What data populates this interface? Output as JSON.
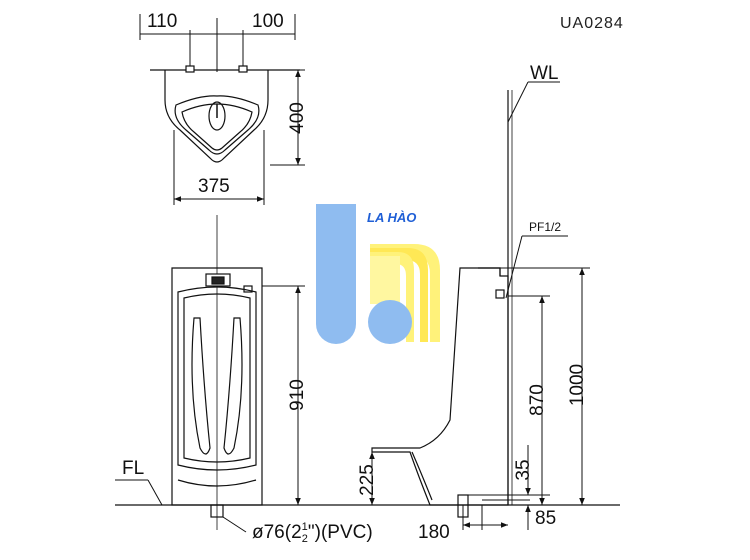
{
  "model_code": "UA0284",
  "logo": {
    "text": "LA HÀO",
    "colors": {
      "blue": "#8fbcf0",
      "yellow": "#fff27a",
      "text": "#1f5fd6"
    }
  },
  "labels": {
    "wall": "WL",
    "floor": "FL",
    "supply": "PF1/2"
  },
  "dimensions": {
    "top_left": "110",
    "top_right": "100",
    "top_depth": "400",
    "top_width": "375",
    "front_height": "910",
    "side_height_total": "1000",
    "side_height_inlet": "870",
    "side_height_outlet": "225",
    "side_offset_35": "35",
    "side_offset_85": "85",
    "side_width_180": "180",
    "drain": "ø76(2",
    "drain_frac_num": "1",
    "drain_frac_den": "2",
    "drain_suffix": "\")(PVC)"
  }
}
